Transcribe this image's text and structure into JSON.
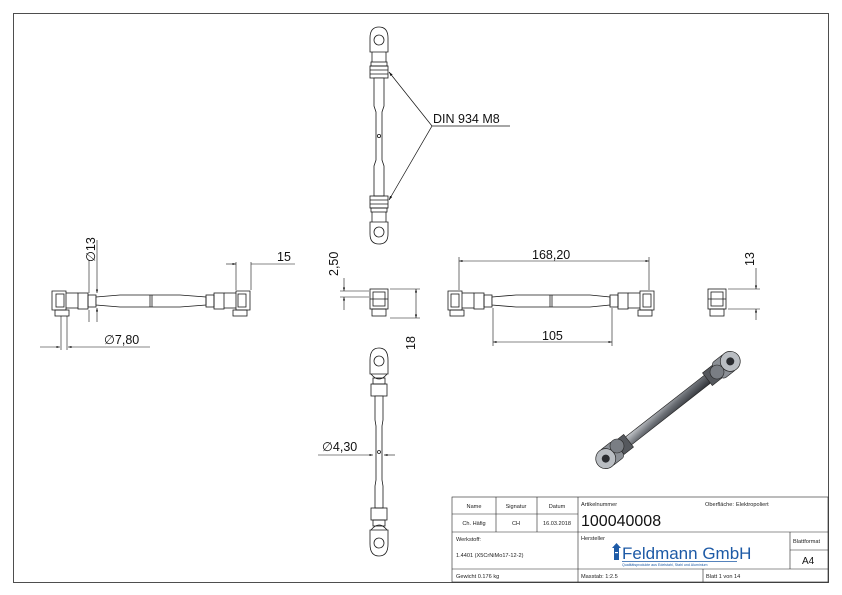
{
  "dimensions": {
    "din_label": "DIN 934 M8",
    "dia_13": "∅13",
    "len_15": "15",
    "dia_780": "∅7,80",
    "dim_250": "2,50",
    "dim_18": "18",
    "len_16820": "168,20",
    "len_105": "105",
    "dim_13_right": "13",
    "dia_430": "∅4,30"
  },
  "title_block": {
    "name_header": "Name",
    "signature_header": "Signatur",
    "date_header": "Datum",
    "name_value": "Ch. Häfig",
    "signature_value": "CH",
    "date_value": "16.03.2018",
    "article_label": "Artikelnummer",
    "article_number": "100040008",
    "surface_label": "Oberfläche:",
    "surface_value": "Elektropoliert",
    "material_label": "Werkstoff:",
    "material_value": "1.4401 (X5CrNiMo17-12-2)",
    "manufacturer_label": "Hersteller",
    "company_name": "Feldmann GmbH",
    "company_tagline": "Qualitätsprodukte aus Edelstahl, Stahl und Aluminium",
    "format_label": "Blattformat",
    "format_value": "A4",
    "weight_text": "Gewicht 0.176 kg",
    "scale_text": "Masstab: 1:2.5",
    "sheet_text": "Blatt 1 von 14"
  },
  "colors": {
    "line": "#1a1a1a",
    "logo": "#1d5aa6"
  }
}
